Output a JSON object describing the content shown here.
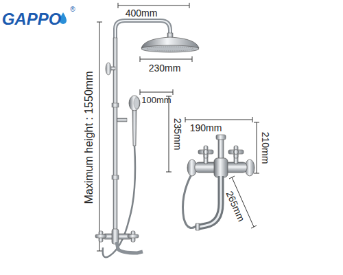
{
  "diagram": {
    "labels": [
      "GAPPO",
      "®",
      "400mm",
      "230mm",
      "Maximum height : 1550mm",
      "100mm",
      "235mm",
      "190mm",
      "210mm",
      "265mm"
    ]
  }
}
